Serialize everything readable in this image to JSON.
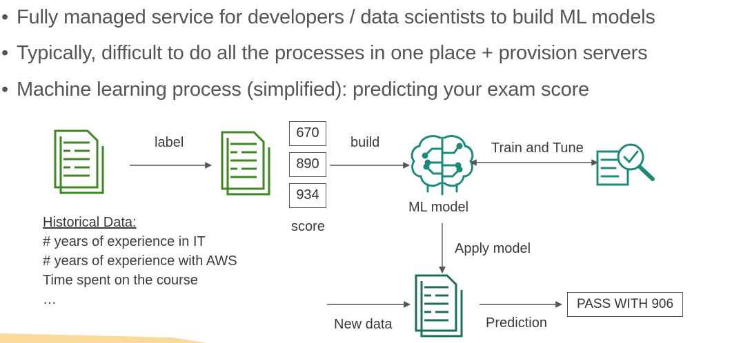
{
  "bullets": [
    "Fully managed service for developers / data scientists to build ML models",
    "Typically, difficult to do all the processes in one place + provision servers",
    "Machine learning process (simplified): predicting your exam score"
  ],
  "diagram": {
    "label_arrow": "label",
    "build_arrow": "build",
    "train_tune": "Train and Tune",
    "ml_model": "ML model",
    "apply_model": "Apply model",
    "new_data": "New data",
    "prediction": "Prediction",
    "prediction_result": "PASS WITH 906",
    "scores": [
      "670",
      "890",
      "934"
    ],
    "score_label": "score",
    "historical": {
      "title": "Historical Data:",
      "items": [
        "# years of experience in IT",
        "# years of experience with AWS",
        "Time spent on the course",
        "…"
      ]
    }
  },
  "colors": {
    "doc_green": "#3f8624",
    "teal": "#1b8a78",
    "accent_orange": "#f7a823"
  }
}
